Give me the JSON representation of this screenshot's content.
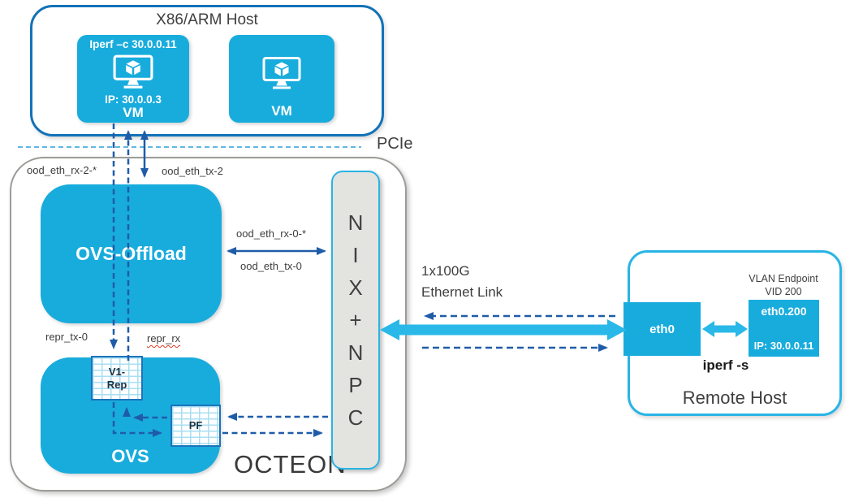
{
  "host": {
    "title": "X86/ARM Host",
    "vm1": {
      "cmd": "Iperf –c 30.0.0.11",
      "ip": "IP: 30.0.0.3",
      "label": "VM"
    },
    "vm2": {
      "label": "VM"
    }
  },
  "pcie": {
    "label": "PCIe"
  },
  "octeon": {
    "label": "OCTEON",
    "ovs_offload_label": "OVS-Offload",
    "ovs_label": "OVS",
    "v1_rep_line1": "V1-",
    "v1_rep_line2": "Rep",
    "pf_label": "PF",
    "nix_letters": [
      "N",
      "I",
      "X",
      "+",
      "N",
      "P",
      "C"
    ]
  },
  "port_labels": {
    "ood_eth_rx_2": "ood_eth_rx-2-*",
    "ood_eth_tx_2": "ood_eth_tx-2",
    "ood_eth_rx_0": "ood_eth_rx-0-*",
    "ood_eth_tx_0": "ood_eth_tx-0",
    "repr_tx_0": "repr_tx-0",
    "repr_rx": "repr_rx"
  },
  "ethernet_link": {
    "line1": "1x100G",
    "line2": "Ethernet Link"
  },
  "remote_host": {
    "title": "Remote Host",
    "eth0_label": "eth0",
    "vlan_line1": "VLAN Endpoint",
    "vlan_line2": "VID 200",
    "vlan_if_label": "eth0.200",
    "vlan_if_ip": "IP: 30.0.0.11",
    "iperf_label": "iperf -s"
  },
  "colors": {
    "box_cyan": "#18acdd",
    "arrow_cyan": "#29b8e8",
    "host_border_blue": "#1272b8",
    "arrow_dark_blue": "#1f5ca8",
    "octeon_border_gray": "#9c9c98",
    "nix_fill_gray": "#e3e3df",
    "text_dark": "#3f3f3f"
  }
}
